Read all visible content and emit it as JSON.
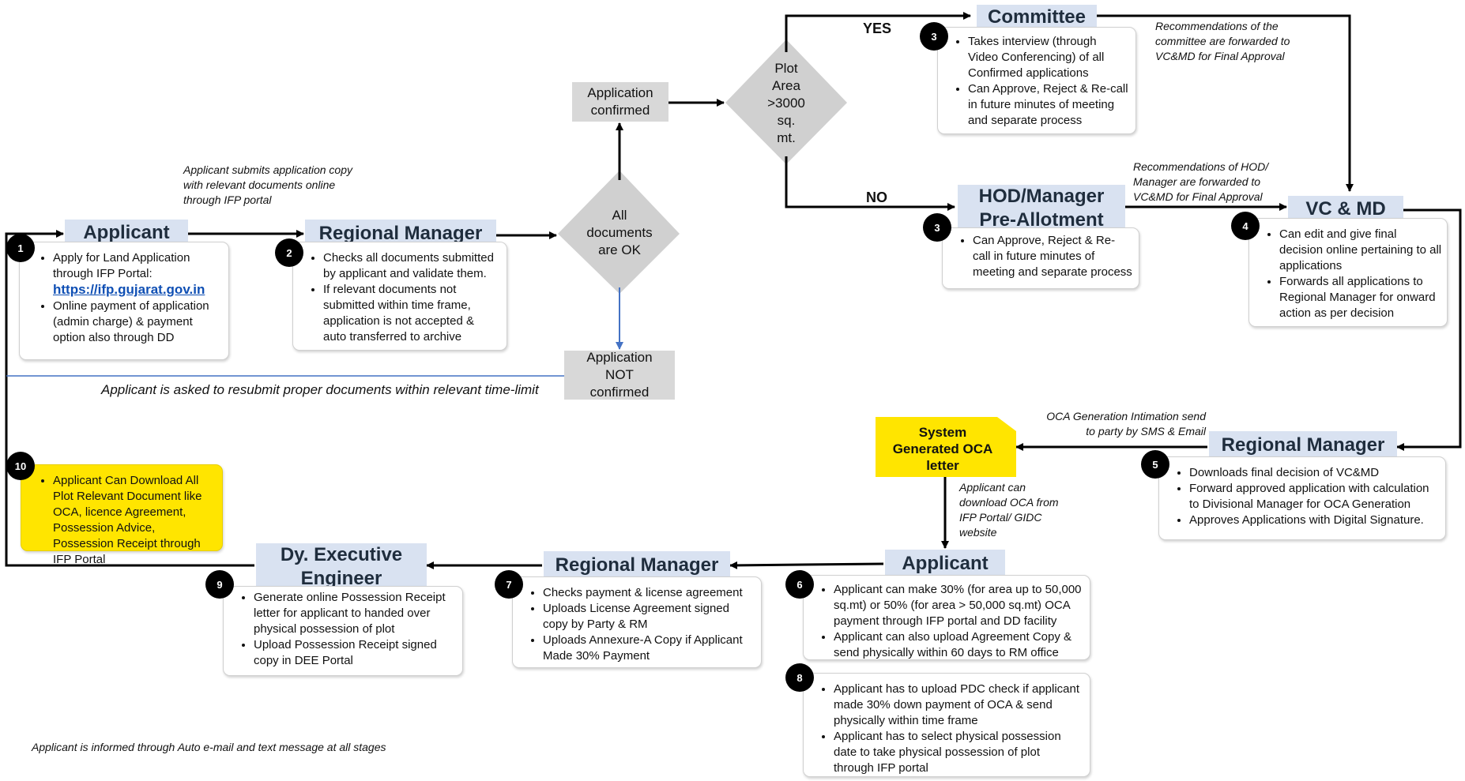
{
  "colors": {
    "header_fill": "#d9e2f1",
    "gray_fill": "#d8d8d8",
    "highlight_yellow": "#ffe500",
    "link_blue": "#0f4fb4",
    "blue_line": "#4472c4"
  },
  "nodes": {
    "applicant_start": {
      "title": "Applicant",
      "step": "1",
      "link": "https://ifp.gujarat.gov.in",
      "bullets": [
        "Apply for Land Application through IFP Portal:",
        "Online payment of application (admin charge) & payment option also through DD"
      ]
    },
    "regional_manager_1": {
      "title": "Regional Manager",
      "step": "2",
      "bullets": [
        "Checks all documents submitted by applicant and validate them.",
        "If relevant documents not submitted within time frame, application is not accepted & auto transferred to archive"
      ]
    },
    "committee": {
      "title": "Committee",
      "step": "3",
      "bullets": [
        "Takes interview (through Video Conferencing) of all Confirmed applications",
        "Can Approve, Reject & Re-call in future minutes of meeting and separate process"
      ]
    },
    "hod_manager": {
      "title_line1": "HOD/Manager",
      "title_line2": "Pre-Allotment",
      "step": "3",
      "bullets": [
        "Can Approve, Reject & Re-call in future minutes of meeting and separate process"
      ]
    },
    "vc_md": {
      "title": "VC & MD",
      "step": "4",
      "bullets": [
        "Can edit and give final decision online pertaining to all applications",
        "Forwards all applications to Regional Manager for onward action as per decision"
      ]
    },
    "regional_manager_5": {
      "title": "Regional Manager",
      "step": "5",
      "bullets": [
        "Downloads final decision of VC&MD",
        "Forward approved application with calculation to Divisional Manager for OCA Generation",
        "Approves Applications with Digital Signature."
      ]
    },
    "applicant_6": {
      "title": "Applicant",
      "step": "6",
      "bullets": [
        "Applicant can make 30% (for area up to 50,000 sq.mt) or 50% (for area > 50,000 sq.mt) OCA payment through IFP portal and DD facility",
        "Applicant can also upload Agreement Copy & send physically within 60 days to RM office"
      ]
    },
    "regional_manager_7": {
      "title": "Regional Manager",
      "step": "7",
      "bullets": [
        "Checks payment & license agreement",
        "Uploads License Agreement signed copy by Party & RM",
        "Uploads Annexure-A Copy if Applicant Made 30% Payment"
      ]
    },
    "step_8": {
      "step": "8",
      "bullets": [
        "Applicant has to upload PDC check if applicant made 30% down payment of OCA & send physically within time frame",
        "Applicant has to select physical possession date to take physical possession of plot through IFP portal"
      ]
    },
    "dy_exec_engineer": {
      "title_line1": "Dy. Executive",
      "title_line2": "Engineer",
      "step": "9",
      "bullets": [
        "Generate online  Possession Receipt letter for applicant to handed over physical possession of plot",
        "Upload Possession Receipt signed copy in DEE Portal"
      ]
    },
    "step_10": {
      "step": "10",
      "bullets": [
        "Applicant Can Download All Plot Relevant Document like OCA, licence Agreement, Possession Advice, Possession Receipt  through IFP Portal"
      ]
    }
  },
  "decisions": {
    "all_docs_ok": [
      "All",
      "documents",
      "are OK"
    ],
    "plot_area": [
      "Plot",
      "Area",
      ">3000",
      "sq.",
      "mt."
    ]
  },
  "states": {
    "app_confirmed": [
      "Application",
      "confirmed"
    ],
    "app_not_confirmed": [
      "Application",
      "NOT",
      "confirmed"
    ],
    "system_oca": [
      "System",
      "Generated OCA",
      "letter"
    ]
  },
  "edge_labels": {
    "yes": "YES",
    "no": "NO"
  },
  "notes": {
    "submit_copy": [
      "Applicant submits application copy",
      "with relevant documents  online",
      "through IFP portal"
    ],
    "committee_forward": [
      "Recommendations of the",
      "committee are forwarded to",
      "VC&MD  for Final Approval"
    ],
    "hod_forward": [
      "Recommendations of HOD/",
      "Manager are forwarded to",
      "VC&MD  for Final Approval"
    ],
    "oca_intimation": [
      "OCA Generation Intimation send",
      "to party by SMS & Email"
    ],
    "oca_download": [
      "Applicant can",
      "download OCA from",
      "IFP Portal/ GIDC",
      "website"
    ],
    "resubmit": "Applicant is asked to resubmit proper documents within relevant time-limit",
    "footer": "Applicant is informed through Auto e-mail and text message at all stages"
  }
}
